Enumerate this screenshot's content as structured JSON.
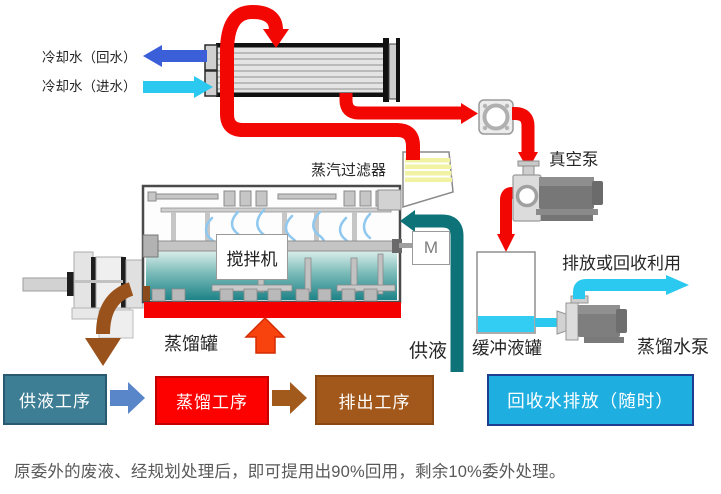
{
  "labels": {
    "cooling_water_return": "冷却水（回水）",
    "cooling_water_in": "冷却水（进水）",
    "steam_filter": "蒸汽过滤器",
    "vacuum_pump": "真空泵",
    "agitator": "搅拌机",
    "motor": "M",
    "distillation_tank": "蒸馏罐",
    "feed": "供液",
    "buffer_tank": "缓冲液罐",
    "discharge_or_reuse": "排放或回收利用",
    "distillation_water_pump": "蒸馏水泵"
  },
  "process_steps": [
    {
      "label": "供液工序",
      "color": "#3D7E95"
    },
    {
      "label": "蒸馏工序",
      "color": "#FD0000"
    },
    {
      "label": "排出工序",
      "color": "#A2581A"
    }
  ],
  "recycle_banner": {
    "label": "回收水排放（随时）",
    "color": "#1FAEE0"
  },
  "caption": "原委外的废液、经规划处理后，即可提用出90%回用，剩余10%委外处理。",
  "colors": {
    "steam_pipe_red": "#F20702",
    "heater_red": "#F40000",
    "cooling_return_blue": "#3A5FD9",
    "cooling_in_cyan": "#2BC9F0",
    "feed_pipe_teal": "#0E7378",
    "discharge_brown": "#99521C",
    "heat_arrow_orange": "#F8430F",
    "flow_arrow_blue": "#5886C8",
    "flow_arrow_brown": "#A2591C"
  }
}
